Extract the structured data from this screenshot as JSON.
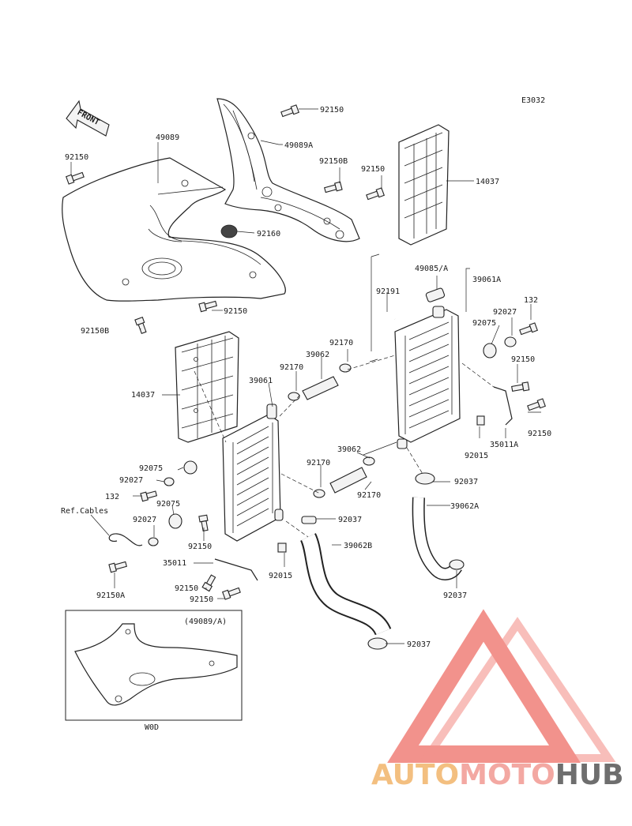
{
  "diagram": {
    "code": "E3032",
    "front_label": "FRONT",
    "inset_title": "(49089/A)",
    "inset_caption": "W0D",
    "labels": [
      {
        "id": "l_92150_top",
        "text": "92150"
      },
      {
        "id": "l_49089A",
        "text": "49089A"
      },
      {
        "id": "l_49089",
        "text": "49089"
      },
      {
        "id": "l_92150_left",
        "text": "92150"
      },
      {
        "id": "l_92150B_a",
        "text": "92150B"
      },
      {
        "id": "l_92150_mid",
        "text": "92150"
      },
      {
        "id": "l_14037_r",
        "text": "14037"
      },
      {
        "id": "l_92160",
        "text": "92160"
      },
      {
        "id": "l_49085A",
        "text": "49085/A"
      },
      {
        "id": "l_39061A",
        "text": "39061A"
      },
      {
        "id": "l_92191",
        "text": "92191"
      },
      {
        "id": "l_132_r",
        "text": "132"
      },
      {
        "id": "l_92027_r",
        "text": "92027"
      },
      {
        "id": "l_92075_r",
        "text": "92075"
      },
      {
        "id": "l_92150_low",
        "text": "92150"
      },
      {
        "id": "l_92150B_b",
        "text": "92150B"
      },
      {
        "id": "l_92170_a",
        "text": "92170"
      },
      {
        "id": "l_39062_a",
        "text": "39062"
      },
      {
        "id": "l_92170_b",
        "text": "92170"
      },
      {
        "id": "l_92150_r2",
        "text": "92150"
      },
      {
        "id": "l_14037_l",
        "text": "14037"
      },
      {
        "id": "l_39061",
        "text": "39061"
      },
      {
        "id": "l_92150_r3",
        "text": "92150"
      },
      {
        "id": "l_35011A",
        "text": "35011A"
      },
      {
        "id": "l_92015_r",
        "text": "92015"
      },
      {
        "id": "l_39062_b",
        "text": "39062"
      },
      {
        "id": "l_92170_c",
        "text": "92170"
      },
      {
        "id": "l_92170_d",
        "text": "92170"
      },
      {
        "id": "l_92037_a",
        "text": "92037"
      },
      {
        "id": "l_92075_l",
        "text": "92075"
      },
      {
        "id": "l_92027_l",
        "text": "92027"
      },
      {
        "id": "l_132_l",
        "text": "132"
      },
      {
        "id": "l_39062A",
        "text": "39062A"
      },
      {
        "id": "l_ref",
        "text": "Ref.Cables"
      },
      {
        "id": "l_92075_l2",
        "text": "92075"
      },
      {
        "id": "l_92027_l2",
        "text": "92027"
      },
      {
        "id": "l_92037_b",
        "text": "92037"
      },
      {
        "id": "l_92150_c",
        "text": "92150"
      },
      {
        "id": "l_39062B",
        "text": "39062B"
      },
      {
        "id": "l_35011",
        "text": "35011"
      },
      {
        "id": "l_92015_l",
        "text": "92015"
      },
      {
        "id": "l_92150A",
        "text": "92150A"
      },
      {
        "id": "l_92150_d",
        "text": "92150"
      },
      {
        "id": "l_92037_c",
        "text": "92037"
      },
      {
        "id": "l_92150_e",
        "text": "92150"
      },
      {
        "id": "l_92037_d",
        "text": "92037"
      }
    ]
  },
  "watermark": {
    "word_a": "AUTO",
    "word_b": "MOTO",
    "word_c": "HUB",
    "color_a": "#f2b56b",
    "color_b": "#f29a92",
    "color_c": "#555555",
    "triangle_color": "#f07f78"
  }
}
